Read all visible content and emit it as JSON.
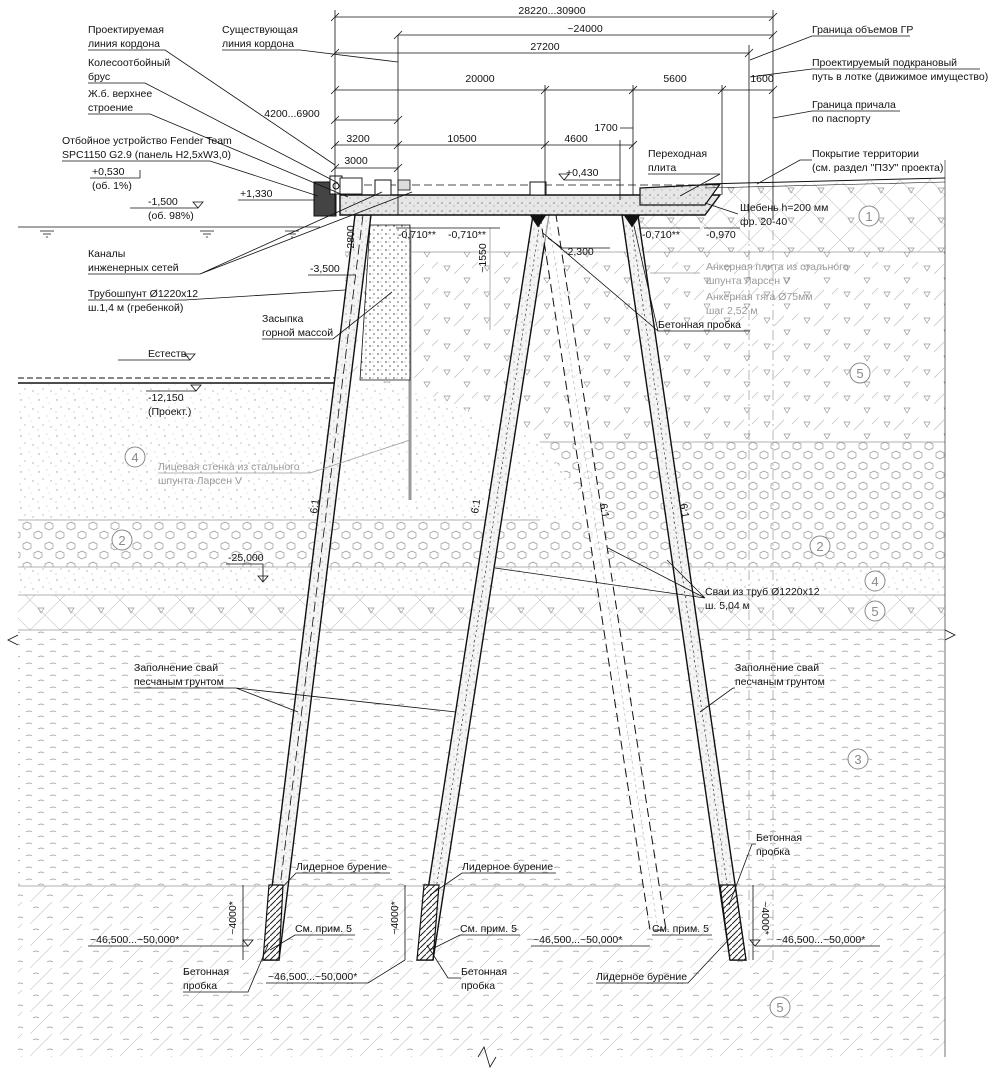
{
  "top_dims": {
    "total": "28220...30900",
    "approx": "~24000",
    "full": "27200",
    "d20000": "20000",
    "d5600": "5600",
    "d1600": "1600",
    "d4200": "4200...6900",
    "d3200": "3200",
    "d10500": "10500",
    "d4600": "4600",
    "d1700": "1700",
    "d3000": "3000"
  },
  "labels": {
    "proj_cordon": [
      "Проектируемая",
      "линия кордона"
    ],
    "exist_cordon": [
      "Существующая",
      "линия кордона"
    ],
    "wheel_beam": [
      "Колесоотбойный",
      "брус"
    ],
    "rc_top": [
      "Ж.б. верхнее",
      "строение"
    ],
    "fender": [
      "Отбойное устройство Fender Team",
      "SPC1150 G2.9 (панель H2,5xW3,0)"
    ],
    "gr_border": "Граница объемов ГР",
    "crane_path": [
      "Проектируемый подкрановый",
      "путь в лотке (движимое имущество)"
    ],
    "berth_border": [
      "Граница причала",
      "по паспорту"
    ],
    "transition_slab": [
      "Переходная",
      "плита"
    ],
    "territory_cover": [
      "Покрытие территории",
      "(см. раздел \"ПЗУ\" проекта)"
    ],
    "gravel": [
      "Щебень h=200 мм",
      "фр. 20-40"
    ],
    "channels": [
      "Каналы",
      "инженерных сетей"
    ],
    "pipe_sheet": [
      "Трубошпунт Ø1220x12",
      "ш.1,4 м (гребенкой)"
    ],
    "backfill": [
      "Засыпка",
      "горной массой"
    ],
    "anchor": [
      "Анкерная плита из стального",
      "шпунта Ларсен V",
      "Анкерная тяга Ø75мм",
      "шаг 2,52 м"
    ],
    "concrete_plug_top": "Бетонная пробка",
    "natural": "Естеств.",
    "face_wall": [
      "Лицевая стенка из стального",
      "шпунта Ларсен V"
    ],
    "piles": [
      "Сваи из труб Ø1220x12",
      "ш. 5,04 м"
    ],
    "fill_left": [
      "Заполнение свай",
      "песчаным грунтом"
    ],
    "fill_right": [
      "Заполнение свай",
      "песчаным грунтом"
    ],
    "leader_drill_1": "Лидерное бурение",
    "leader_drill_2": "Лидерное бурение",
    "leader_drill_3": "Лидерное бурение",
    "see_note_1": "См. прим. 5",
    "see_note_2": "См. прим. 5",
    "see_note_3": "См. прим. 5",
    "concrete_plug_1": [
      "Бетонная",
      "пробка"
    ],
    "concrete_plug_2": [
      "Бетонная",
      "пробка"
    ],
    "concrete_plug_3": [
      "Бетонная",
      "пробка"
    ],
    "batter": "6:1"
  },
  "elevations": {
    "e0530": "+0,530",
    "e0530_note": "(об. 1%)",
    "e1500": "-1,500",
    "e1500_note": "(об. 98%)",
    "e1330": "+1,330",
    "e0430": "+0,430",
    "e0710_a": "-0,710**",
    "e0710_b": "-0,710**",
    "e0710_c": "-0,710**",
    "e0970": "-0,970",
    "e2300": "-2,300",
    "e3500": "-3,500",
    "e12150": "-12,150",
    "e12150_note": "(Проект.)",
    "e25000": "-25,000",
    "tip_left": "~46,500...~50,000*",
    "tip_mid": "~46,500...~50,000*",
    "tip_center": "~46,500...~50,000*",
    "tip_right": "~46,500...~50,000*",
    "d2800": "~2800",
    "d1550": "~1550",
    "d4000_a": "~4000*",
    "d4000_b": "~4000*",
    "d4000_c": "~4000*"
  },
  "layer_numbers": [
    "1",
    "5",
    "4",
    "2",
    "2",
    "4",
    "5",
    "3",
    "5"
  ]
}
